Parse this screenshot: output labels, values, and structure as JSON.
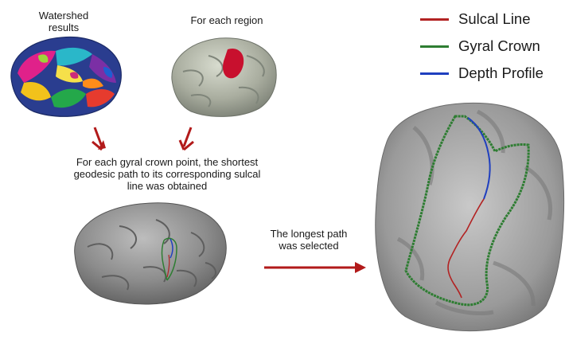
{
  "captions": {
    "watershed": "Watershed\nresults",
    "for_each_region": "For each region",
    "shortest_path": "For each gyral crown point, the shortest\ngeodesic path to its corresponding  sulcal\nline was obtained",
    "longest_path": "The longest path\nwas selected"
  },
  "legend": [
    {
      "label": "Sulcal Line",
      "color": "#b22222"
    },
    {
      "label": "Gyral Crown",
      "color": "#2e7d32"
    },
    {
      "label": "Depth Profile",
      "color": "#1f3fbf"
    }
  ],
  "colors": {
    "arrow": "#b21a1a",
    "brain_gray": "#8d8d8d",
    "region_highlight": "#c8102e"
  }
}
